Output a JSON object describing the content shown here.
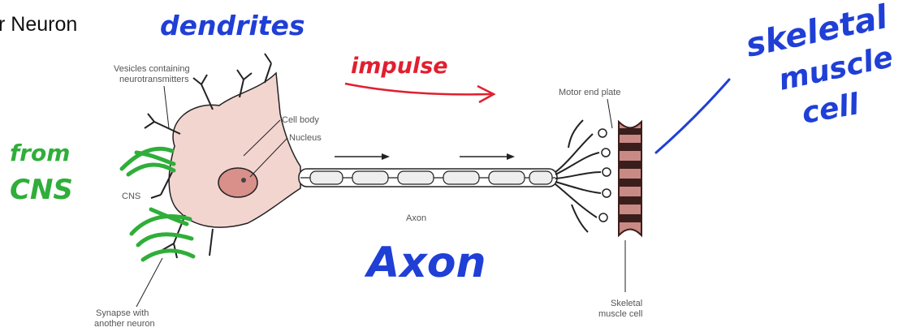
{
  "title": "r Neuron",
  "labels": {
    "vesicles_line1": "Vesicles containing",
    "vesicles_line2": "neurotransmitters",
    "cell_body": "Cell body",
    "nucleus": "Nucleus",
    "cns": "CNS",
    "axon": "Axon",
    "synapse_line1": "Synapse with",
    "synapse_line2": "another neuron",
    "motor_end_plate": "Motor end plate",
    "skeletal_line1": "Skeletal",
    "skeletal_line2": "muscle cell"
  },
  "annotations": {
    "dendrites": "dendrites",
    "impulse": "impulse",
    "from": "from",
    "cns": "CNS",
    "axon": "Axon",
    "skeletal": "skeletal",
    "muscle": "muscle",
    "cell": "cell"
  },
  "colors": {
    "cell_fill": "#f3d5d0",
    "outline": "#222222",
    "blue_ink": "#1f3fd6",
    "red_ink": "#e11f2f",
    "green_ink": "#2fae3a",
    "muscle_dark": "#3a1e1c",
    "muscle_pink": "#c98a86"
  }
}
